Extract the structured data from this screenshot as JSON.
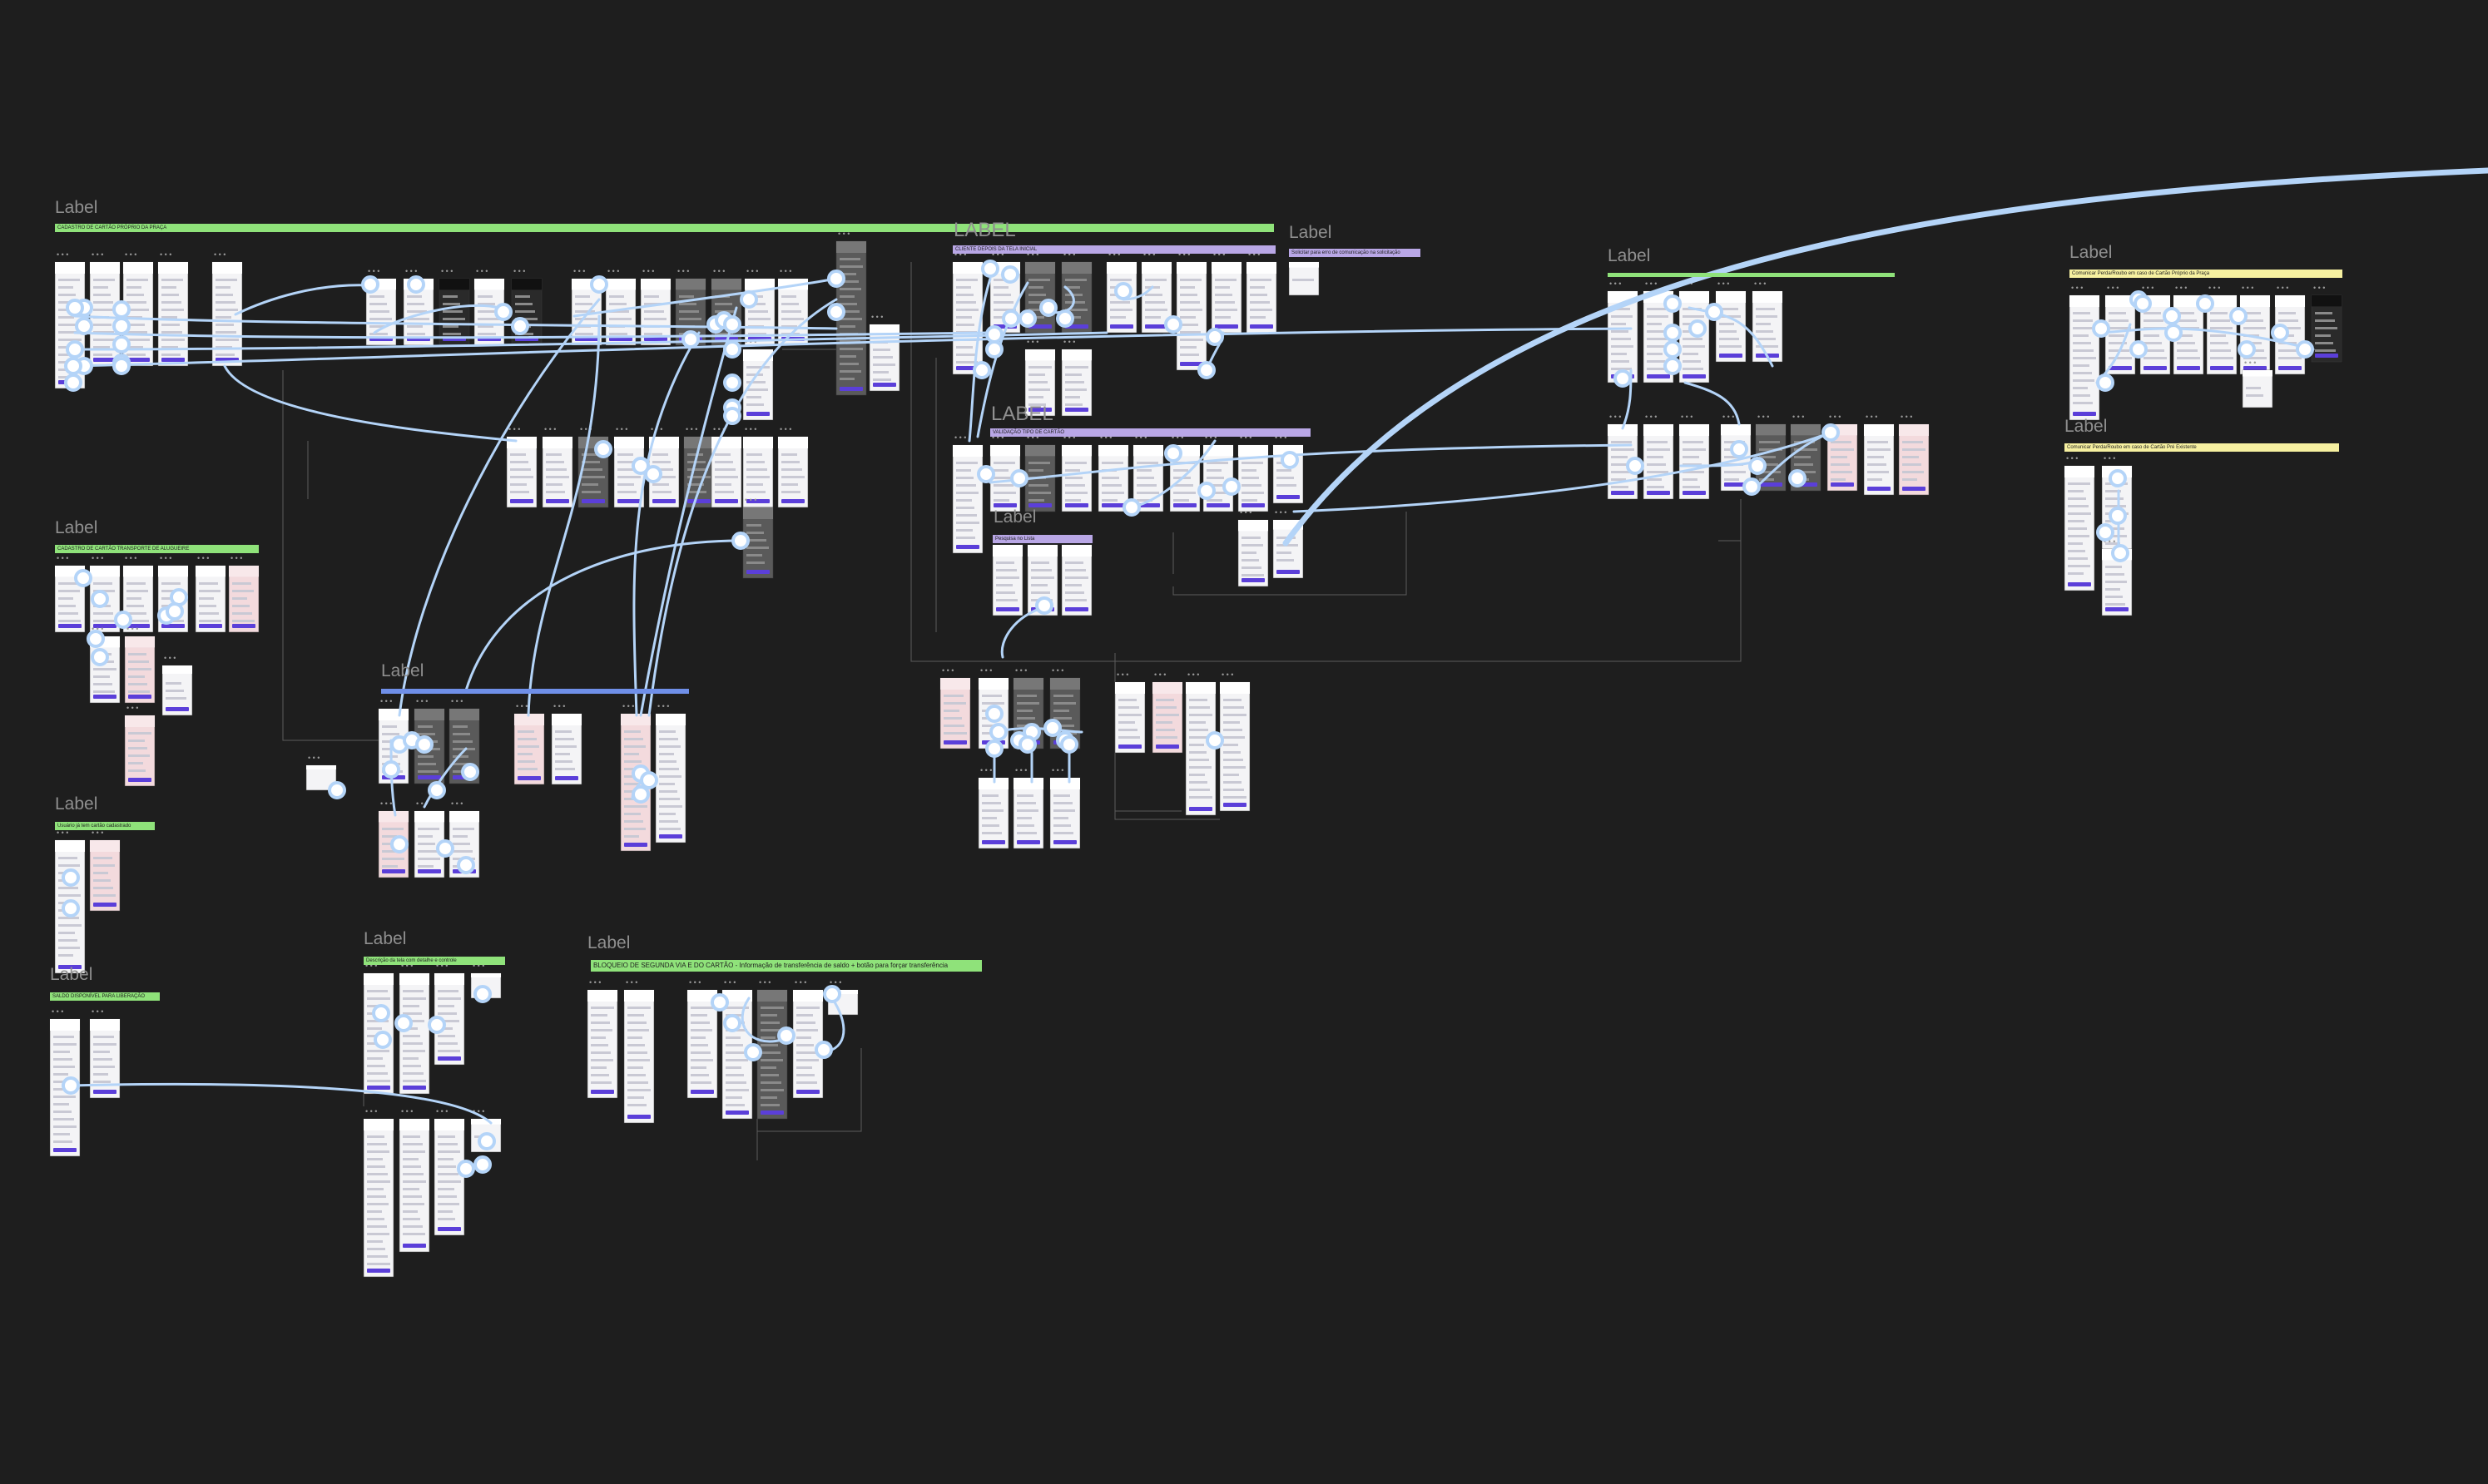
{
  "sections": {
    "s1": {
      "title": "Label",
      "bar": "CADASTRO DE CARTÃO PRÓPRIO DA PRAÇA"
    },
    "s2": {
      "title": "Label",
      "bar": "CADASTRO DE CARTÃO TRANSPORTE DE ALUGUEIRE"
    },
    "s3": {
      "title": "Label",
      "bar": "Usuário já tem cartão cadastrado"
    },
    "s4": {
      "title": "Label",
      "bar": "SALDO DISPONÍVEL PARA LIBERAÇÃO"
    },
    "s5": {
      "title": "Label",
      "bar": ""
    },
    "s6": {
      "title": "Label",
      "bar": "Descrição da tela com detalhe e controle"
    },
    "s7": {
      "title": "Label",
      "bar": "BLOQUEIO DE SEGUNDA VIA E DO CARTÃO - Informação de transferência de saldo + botão para forçar transferência"
    },
    "s8": {
      "title": "LABEL",
      "bar": "CLIENTE DEPOIS DA TELA INICIAL"
    },
    "s9": {
      "title": "LABEL",
      "bar": "VALIDAÇÃO TIPO DE CARTÃO"
    },
    "s10": {
      "title": "Label",
      "bar": "Pesquisa no Lista"
    },
    "s11": {
      "title": "Label",
      "bar": "Solicitar para erro de comunicação na solicitação"
    },
    "s12": {
      "title": "Label",
      "bar": ""
    },
    "s13": {
      "title": "Label",
      "bar": "Comunicar Perda/Roubo em caso de Cartão Próprio da Praça"
    },
    "s14": {
      "title": "Label",
      "bar": "Comunicar Perda/Roubo em caso de Cartão Pré Existente"
    }
  },
  "colors": {
    "canvas": "#1e1e1e",
    "connector": "#b4d4f8",
    "label_text": "#8f8f8f",
    "bar_green": "#8fe27a",
    "bar_purple": "#b9a7e6",
    "bar_blue": "#6f8fe8",
    "bar_yellow": "#f6f0a0",
    "screen_white": "#f4f4f6",
    "screen_pink": "#f3dadd",
    "screen_gray": "#5a5a5a",
    "accent": "#5b3fd9"
  },
  "icons": [
    "connector-handle-icon",
    "frame-menu-dots-icon"
  ]
}
